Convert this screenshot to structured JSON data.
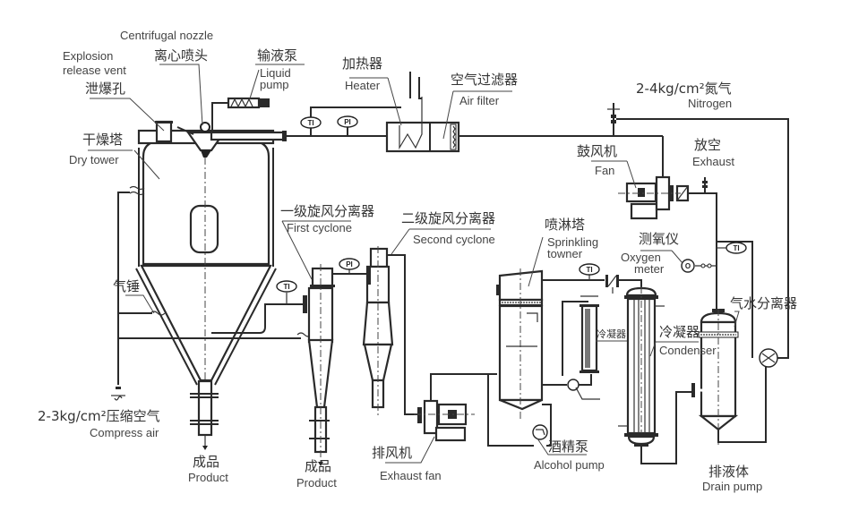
{
  "diagram": {
    "title": "Spray dryer process flow",
    "components": {
      "centrifugal_nozzle": {
        "cn": "离心喷头",
        "en": "Centrifugal nozzle"
      },
      "explosion_vent": {
        "cn": "泄爆孔",
        "en_line1": "Explosion",
        "en_line2": "release vent"
      },
      "liquid_pump": {
        "cn": "输液泵",
        "en_line1": "Liquid",
        "en_line2": "pump"
      },
      "dry_tower": {
        "cn": "干燥塔",
        "en": "Dry tower"
      },
      "heater": {
        "cn": "加热器",
        "en": "Heater"
      },
      "air_filter": {
        "cn": "空气过滤器",
        "en": "Air filter"
      },
      "nitrogen": {
        "cn": "2-4kg/cm²氮气",
        "en": "Nitrogen"
      },
      "fan": {
        "cn": "鼓风机",
        "en": "Fan"
      },
      "exhaust": {
        "cn": "放空",
        "en": "Exhaust"
      },
      "first_cyclone": {
        "cn": "一级旋风分离器",
        "en": "First cyclone"
      },
      "second_cyclone": {
        "cn": "二级旋风分离器",
        "en": "Second cyclone"
      },
      "sprinkling_tower": {
        "cn": "喷淋塔",
        "en_line1": "Sprinkling",
        "en_line2": "towner"
      },
      "oxygen_meter": {
        "cn": "测氧仪",
        "en_line1": "Oxygen",
        "en_line2": "meter"
      },
      "air_hammer": {
        "cn": "气锤"
      },
      "small_condenser": {
        "cn": "冷凝器"
      },
      "condenser": {
        "cn": "冷凝器",
        "en": "Condenser"
      },
      "gas_water_separator": {
        "cn": "气水分离器"
      },
      "compress_air": {
        "cn": "2-3kg/cm²压缩空气",
        "en": "Compress air"
      },
      "product_1": {
        "cn": "成品",
        "en": "Product"
      },
      "product_2": {
        "cn": "成品",
        "en": "Product"
      },
      "exhaust_fan": {
        "cn": "排风机",
        "en": "Exhaust fan"
      },
      "alcohol_pump": {
        "cn": "酒精泵",
        "en": "Alcohol pump"
      },
      "drain_pump": {
        "cn": "排液体",
        "en": "Drain pump"
      }
    },
    "instruments": {
      "ti_inlet": "TI",
      "pi_inlet": "PI",
      "ti_cyclone": "TI",
      "pi_cyclone": "PI",
      "ti_sprinkling": "TI",
      "ti_exhaust": "TI",
      "oxygen": "O"
    }
  }
}
